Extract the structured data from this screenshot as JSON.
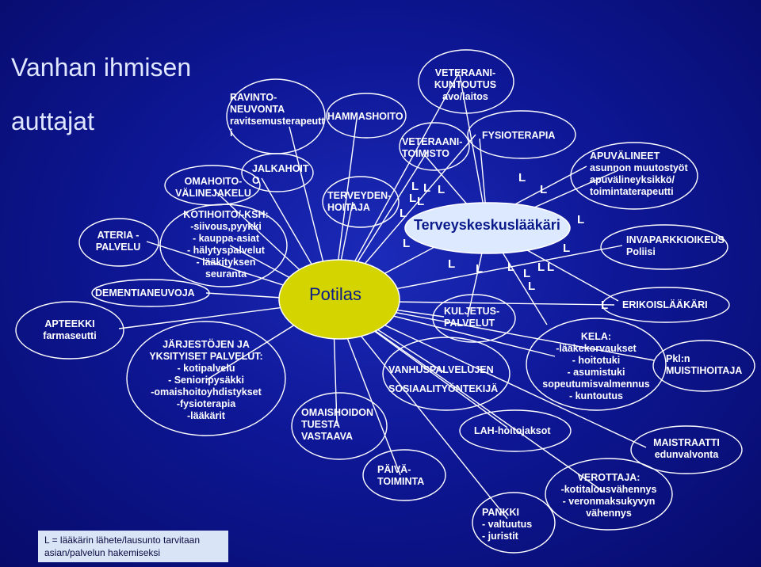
{
  "title_line1": "Vanhan ihmisen",
  "title_line2": "auttajat",
  "center": "Potilas",
  "doctor": "Terveyskeskuslääkäri",
  "l_mark": "L",
  "legend_note": "L = lääkärin lähete/lausunto tarvitaan\nasian/palvelun hakemiseksi",
  "nodes": {
    "ravinto": "RAVINTO-\nNEUVONTA\nravitsemusterapeutt\ni",
    "hammashoito": "HAMMASHOITO",
    "veteraanikuntoutus": "VETERAANI-\nKUNTOUTUS\navo/laitos",
    "veteraanitoimisto": "VETERAANI-\nTOIMISTO",
    "fysioterapia": "FYSIOTERAPIA",
    "apuvalineet": "APUVÄLINEET\nasunnon muutostyöt\napuvälineyksikkö/\ntoimintaterapeutti",
    "jalkahoito": "JALKAHOIT\nO",
    "omahoito": "OMAHOITO-\nVÄLINEJAKELU",
    "terveydenhoitaja": "TERVEYDEN-\nHOITAJA",
    "ateria": "ATERIA -\nPALVELU",
    "kotihoito": "KOTIHOITO/-KSH:\n-siivous,pyykki\n- kauppa-asiat\n- hälytyspalvelut\n- lääkityksen\nseuranta",
    "invapark": "INVAPARKKIOIKEUS\nPoliisi",
    "dementia": "DEMENTIANEUVOJA",
    "erikoislaakari": "ERIKOISLÄÄKÄRI",
    "kuljetus": "KULJETUS-\nPALVELUT",
    "apteekki": "APTEEKKI\nfarmaseutti",
    "jarjestot": "JÄRJESTÖJEN JA\nYKSITYISET PALVELUT:\n- kotipalvelu\n- Senioripysäkki\n-omaishoitoyhdistykset\n-fysioterapia\n-lääkärit",
    "kela": "KELA:\n-lääkekorvaukset\n- hoitotuki\n- asumistuki\nsopeutumisvalmennus\n- kuntoutus",
    "pkl": "Pkl:n\nMUISTIHOITAJA",
    "vanhuspalvelujen": "VANHUSPALVELUJEN",
    "sosiaalityontekija": "SOSIAALITYÖNTEKIJÄ",
    "omaishoidon": "OMAISHOIDON\nTUESTA\nVASTAAVA",
    "lah": "LAH-hoitojaksot",
    "maistraatti": "MAISTRAATTI\nedunvalvonta",
    "paivatoiminta": "PÄIVÄ-\nTOIMINTA",
    "verottaja": "VEROTTAJA:\n-kotitalousvähennys\n- veronmaksukyvyn\nvähennys",
    "pankki": "PANKKI\n- valtuutus\n- juristit"
  }
}
